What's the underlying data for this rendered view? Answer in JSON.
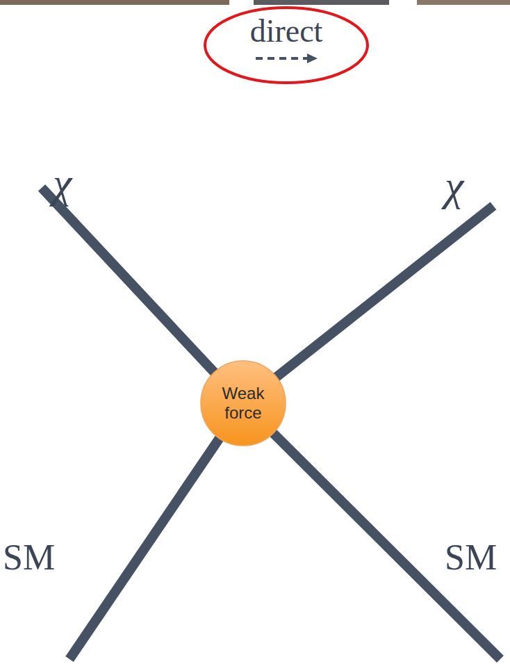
{
  "diagram": {
    "nodes": [
      {
        "text": [
          "direct"
        ]
      },
      {
        "text": [
          "Weak force"
        ]
      }
    ],
    "labels": [
      "χ",
      "χ",
      "SM",
      "SM"
    ]
  }
}
